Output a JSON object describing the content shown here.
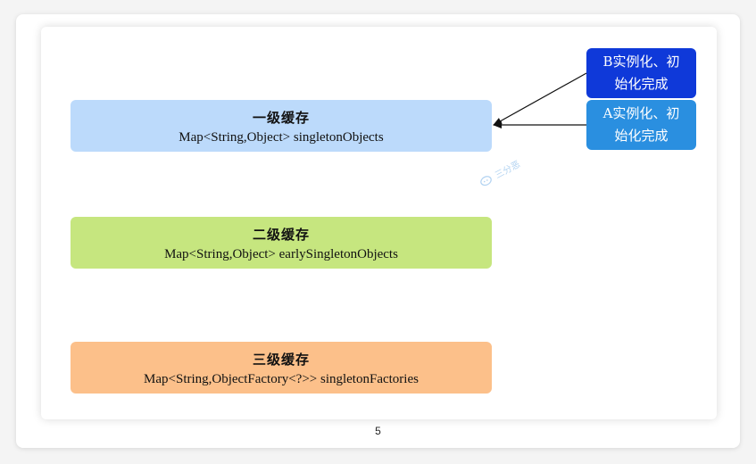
{
  "caches": [
    {
      "title": "一级缓存",
      "map": "Map<String,Object> singletonObjects",
      "color": "#bcdafb"
    },
    {
      "title": "二级缓存",
      "map": "Map<String,Object> earlySingletonObjects",
      "color": "#c6e67f"
    },
    {
      "title": "三级缓存",
      "map": "Map<String,ObjectFactory<?>> singletonFactories",
      "color": "#fcc08a"
    }
  ],
  "states": {
    "b": {
      "line1": "B实例化、初",
      "line2": "始化完成",
      "color": "#0f39d9"
    },
    "a": {
      "line1": "A实例化、初",
      "line2": "始化完成",
      "color": "#2a8fe0"
    }
  },
  "watermark": {
    "icon": "chat-bubble-icon",
    "text": "三分恶"
  },
  "page_number": "5"
}
